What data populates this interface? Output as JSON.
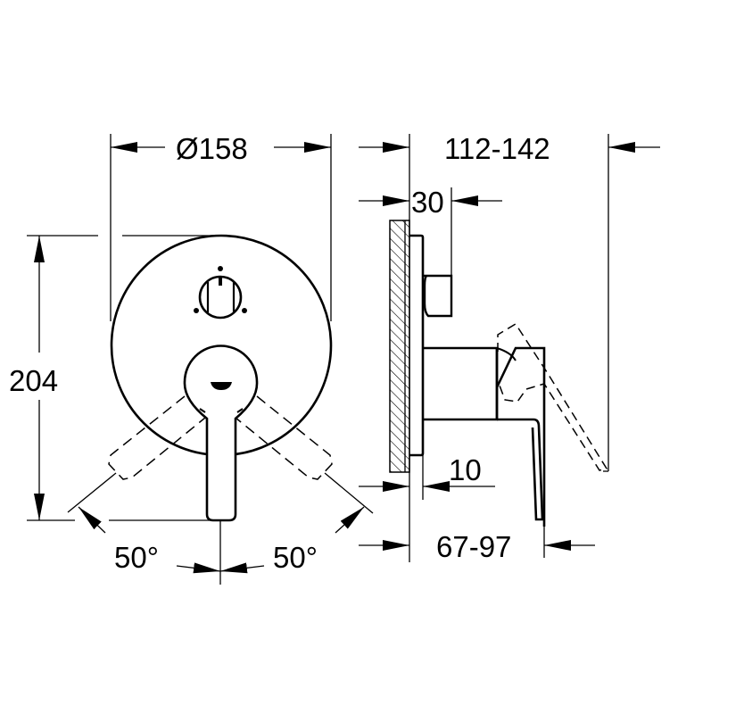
{
  "diagram": {
    "type": "technical-drawing",
    "subject": "concealed mixer trim with diverter (front view and side view)",
    "colors": {
      "line": "#000000",
      "background": "#ffffff"
    },
    "front_view": {
      "diameter_label": "Ø158",
      "height_label": "204",
      "angle_left_label": "50°",
      "angle_right_label": "50°"
    },
    "side_view": {
      "projection_label": "112-142",
      "diverter_depth_label": "30",
      "plate_depth_label": "10",
      "lever_projection_label": "67-97"
    }
  }
}
